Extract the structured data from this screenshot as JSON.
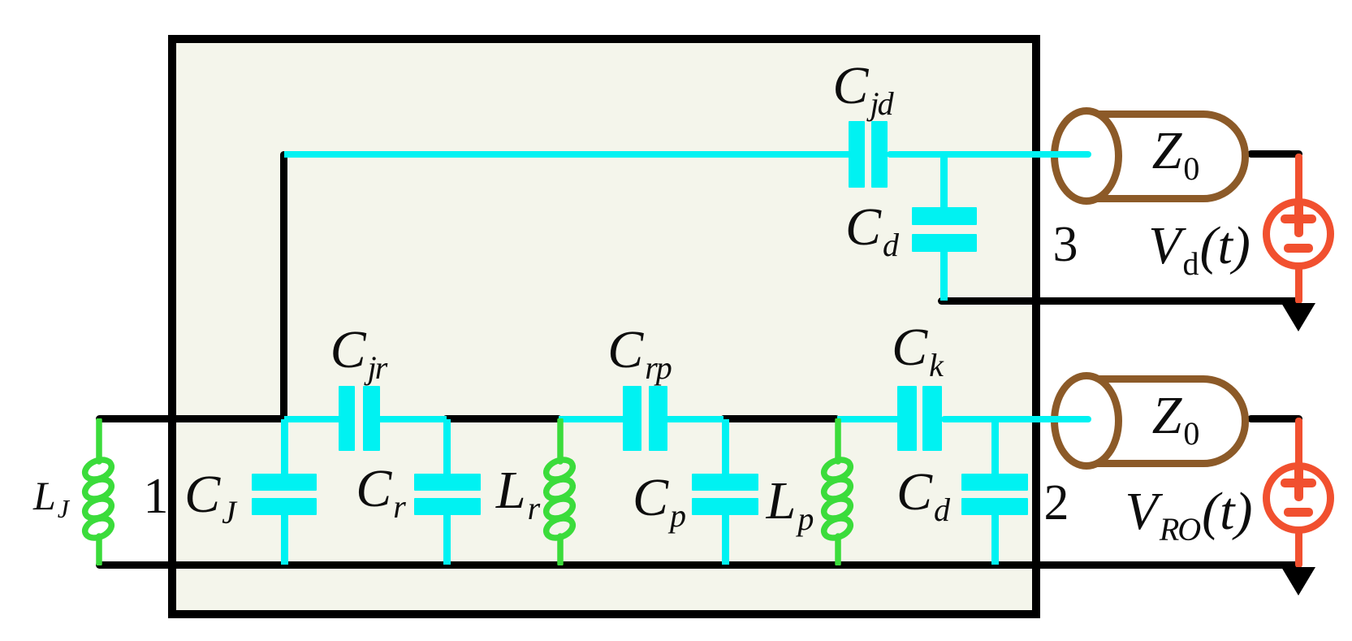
{
  "colors": {
    "wire": "#00F2F2",
    "inductor": "#3BDC3B",
    "source": "#F1502F",
    "transmission_line": "#8C5A28",
    "box_fill": "#F4F5EB",
    "line_black": "#000000"
  },
  "labels": {
    "L_J": {
      "base": "L",
      "sub": "J"
    },
    "port1": {
      "text": "1"
    },
    "C_J": {
      "base": "C",
      "sub": "J"
    },
    "C_jr": {
      "base": "C",
      "sub": "jr"
    },
    "C_r": {
      "base": "C",
      "sub": "r"
    },
    "L_r": {
      "base": "L",
      "sub": "r"
    },
    "C_rp": {
      "base": "C",
      "sub": "rp"
    },
    "C_p": {
      "base": "C",
      "sub": "p"
    },
    "L_p": {
      "base": "L",
      "sub": "p"
    },
    "C_k": {
      "base": "C",
      "sub": "k"
    },
    "C_d_readout": {
      "base": "C",
      "sub": "d"
    },
    "port2": {
      "text": "2"
    },
    "C_jd": {
      "base": "C",
      "sub": "jd"
    },
    "C_d_drive": {
      "base": "C",
      "sub": "d"
    },
    "port3": {
      "text": "3"
    },
    "Z0_drive": {
      "base": "Z",
      "sub": "0"
    },
    "V_drive": {
      "base": "V",
      "sub": "d",
      "suffix": "(t)"
    },
    "Z0_readout": {
      "base": "Z",
      "sub": "0"
    },
    "V_readout": {
      "base": "V",
      "sub": "RO",
      "suffix": "(t)"
    }
  }
}
